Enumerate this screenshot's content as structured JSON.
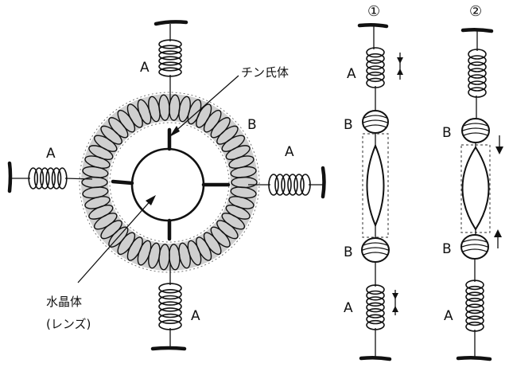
{
  "labels": {
    "spring_a": "A",
    "ring_b": "B",
    "zonule": "チン氏体",
    "lens_line1": "水晶体",
    "lens_line2": "(レンズ)",
    "panel1_number": "①",
    "panel2_number": "②"
  },
  "colors": {
    "ink": "#111111",
    "paper": "#ffffff",
    "ring_shade": "#9a9a9a"
  }
}
